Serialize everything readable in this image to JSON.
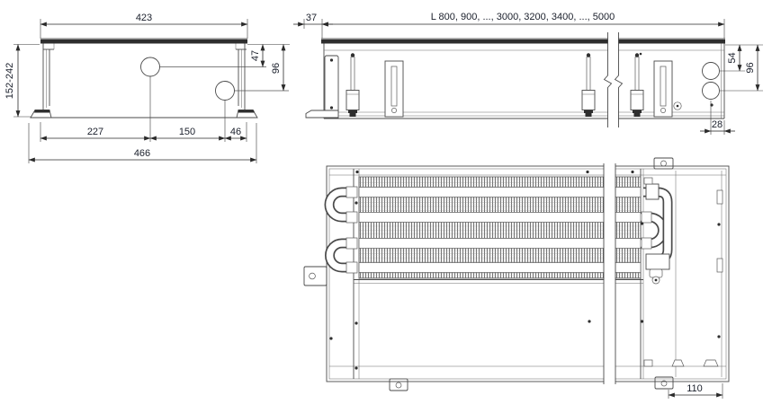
{
  "drawing_title": "floor-convector-dimension-drawing",
  "section_view": {
    "top_width": "423",
    "height_range": "152-242",
    "pipe1_offset": "47",
    "pipe2_offset": "96",
    "seg_left": "227",
    "seg_mid": "150",
    "seg_right": "46",
    "overall_width": "466"
  },
  "side_view": {
    "bracket_offset": "37",
    "length_series": "L 800, 900, ..., 3000, 3200, 3400, ..., 5000",
    "conn1_offset": "54",
    "conn2_offset": "96",
    "conn_edge_offset": "28"
  },
  "plan_view": {
    "conn_from_end": "110"
  },
  "colors": {
    "line": "#4a4a4a",
    "dark_fill": "#2e2e2e",
    "dimension_text": "#1a1f2b",
    "background": "#ffffff"
  }
}
